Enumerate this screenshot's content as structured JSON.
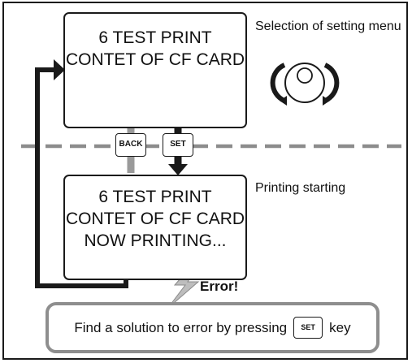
{
  "screen1": {
    "lines": [
      "6 TEST PRINT",
      "CONTET OF CF CARD"
    ]
  },
  "screen2": {
    "lines": [
      "6 TEST PRINT",
      "CONTET OF CF CARD",
      "NOW PRINTING..."
    ]
  },
  "captions": {
    "selection": "Selection of setting menu",
    "printing": "Printing starting"
  },
  "keys": {
    "back": "BACK",
    "set": "SET"
  },
  "error": {
    "label": "Error!"
  },
  "solution": {
    "text_before": "Find a solution to error by pressing",
    "key": "SET",
    "text_after": "key"
  },
  "icons": {
    "dial": "rotary-dial-icon",
    "lightning": "lightning-icon"
  },
  "colors": {
    "line": "#1a1a1a",
    "gray": "#9a9a9a",
    "dashed": "#8c8c8c"
  }
}
